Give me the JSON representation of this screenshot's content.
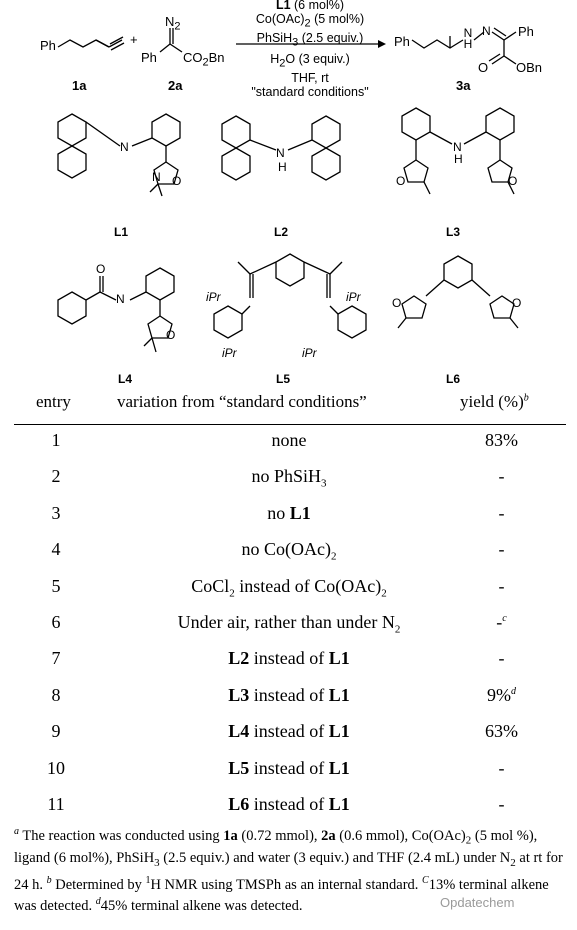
{
  "scheme": {
    "sm1_ph": "Ph",
    "sm1_label": "1a",
    "plus": "+",
    "sm2_n2": "N",
    "sm2_n2_sub": "2",
    "sm2_ph": "Ph",
    "sm2_ester": "CO",
    "sm2_ester_sub": "2",
    "sm2_ester_tail": "Bn",
    "sm2_label": "2a",
    "cond_l1": "L1",
    "cond_l1_rest": " (6 mol%)",
    "cond_co": "Co(OAc)",
    "cond_co_sub": "2",
    "cond_co_rest": " (5 mol%)",
    "cond_si": "PhSiH",
    "cond_si_sub": "3",
    "cond_si_rest": " (2.5 equiv.)",
    "cond_h2o": "H",
    "cond_h2o_sub": "2",
    "cond_h2o_rest": "O (3 equiv.)",
    "cond_solvent": "THF, rt",
    "cond_std": "\"standard conditions\"",
    "prod_ph_left": "Ph",
    "prod_nh": "H",
    "prod_n1": "N",
    "prod_n2": "N",
    "prod_ph_right": "Ph",
    "prod_o": "O",
    "prod_obn": "OBn",
    "prod_label": "3a"
  },
  "ligands": [
    {
      "label": "L1"
    },
    {
      "label": "L2"
    },
    {
      "label": "L3"
    },
    {
      "label": "L4"
    },
    {
      "label": "L5"
    },
    {
      "label": "L6"
    }
  ],
  "atoms": {
    "N": "N",
    "H": "H",
    "O": "O",
    "NH": "N",
    "iPr": "iPr"
  },
  "table": {
    "headers": {
      "entry": "entry",
      "variation": "variation from “standard conditions”",
      "yield": "yield (%)",
      "yield_sup": "b"
    },
    "rows": [
      {
        "entry": "1",
        "pre": "none",
        "bold": "",
        "mid": "",
        "bold2": "",
        "sub": "",
        "post": "",
        "yield": "83%",
        "ysup": ""
      },
      {
        "entry": "2",
        "pre": "no PhSiH",
        "bold": "",
        "mid": "",
        "bold2": "",
        "sub": "3",
        "post": "",
        "yield": "-",
        "ysup": ""
      },
      {
        "entry": "3",
        "pre": "no ",
        "bold": "L1",
        "mid": "",
        "bold2": "",
        "sub": "",
        "post": "",
        "yield": "-",
        "ysup": ""
      },
      {
        "entry": "4",
        "pre": "no Co(OAc)",
        "bold": "",
        "mid": "",
        "bold2": "",
        "sub": "2",
        "post": "",
        "yield": "-",
        "ysup": ""
      },
      {
        "entry": "5",
        "pre": "CoCl",
        "bold": "",
        "mid": "",
        "bold2": "",
        "sub": "2",
        "post": " instead of Co(OAc)",
        "sub2": "2",
        "yield": "-",
        "ysup": ""
      },
      {
        "entry": "6",
        "pre": "Under air, rather than under N",
        "bold": "",
        "mid": "",
        "bold2": "",
        "sub": "2",
        "post": "",
        "yield": "-",
        "ysup": "c"
      },
      {
        "entry": "7",
        "pre": "",
        "bold": "L2",
        "mid": " instead of ",
        "bold2": "L1",
        "sub": "",
        "post": "",
        "yield": "-",
        "ysup": ""
      },
      {
        "entry": "8",
        "pre": "",
        "bold": "L3",
        "mid": " instead of ",
        "bold2": "L1",
        "sub": "",
        "post": "",
        "yield": "9%",
        "ysup": "d"
      },
      {
        "entry": "9",
        "pre": "",
        "bold": "L4",
        "mid": " instead of ",
        "bold2": "L1",
        "sub": "",
        "post": "",
        "yield": "63%",
        "ysup": ""
      },
      {
        "entry": "10",
        "pre": "",
        "bold": "L5",
        "mid": " instead of ",
        "bold2": "L1",
        "sub": "",
        "post": "",
        "yield": "-",
        "ysup": ""
      },
      {
        "entry": "11",
        "pre": "",
        "bold": "L6",
        "mid": " instead of ",
        "bold2": "L1",
        "sub": "",
        "post": "",
        "yield": "-",
        "ysup": ""
      }
    ]
  },
  "footnote": {
    "a": "a",
    "t1": " The reaction was conducted using ",
    "b1": "1a",
    "t2": " (0.72 mmol), ",
    "b2": "2a",
    "t3": " (0.6 mmol), Co(OAc)",
    "s1": "2",
    "t4": " (5 mol %), ligand (6 mol%), PhSiH",
    "s2": "3",
    "t5": " (2.5 equiv.) and water (3 equiv.) and THF (2.4 mL) under N",
    "s3": "2",
    "t6": " at rt for 24 h. ",
    "b": "b",
    "t7": " Determined by ",
    "one": "1",
    "t8": "H NMR using TMSPh as an internal standard. ",
    "c": "C",
    "t9": "13% terminal alkene was detected. ",
    "d": "d",
    "t10": "45% terminal alkene was detected."
  },
  "watermark": "Opdatechem"
}
